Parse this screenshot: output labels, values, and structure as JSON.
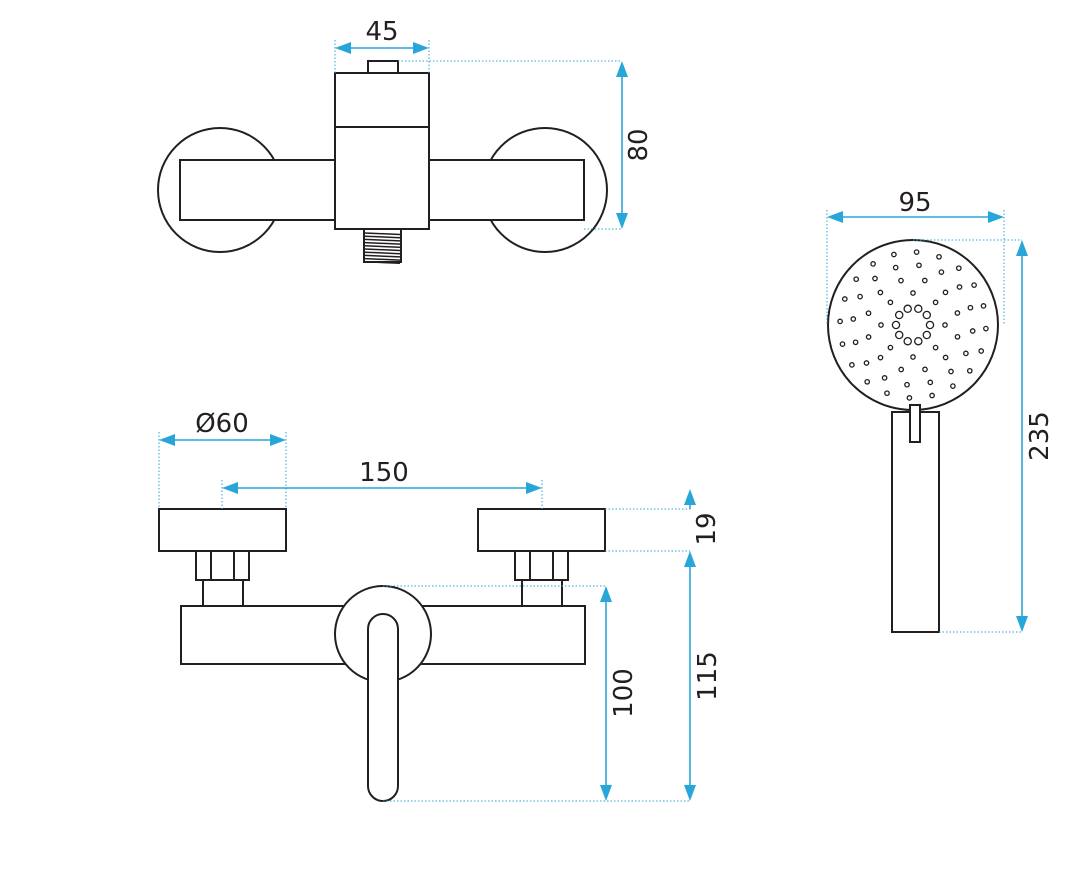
{
  "colors": {
    "outline": "#231f20",
    "dimension": "#29a6d9",
    "background": "#ffffff"
  },
  "views": {
    "mixer_top": {
      "width_label": "45",
      "height_label": "80"
    },
    "mixer_front": {
      "flange_label": "Ø60",
      "spacing_label": "150",
      "flange_height_label": "19",
      "body_height_label": "100",
      "overall_height_label": "115"
    },
    "hand_shower": {
      "width_label": "95",
      "length_label": "235"
    }
  }
}
